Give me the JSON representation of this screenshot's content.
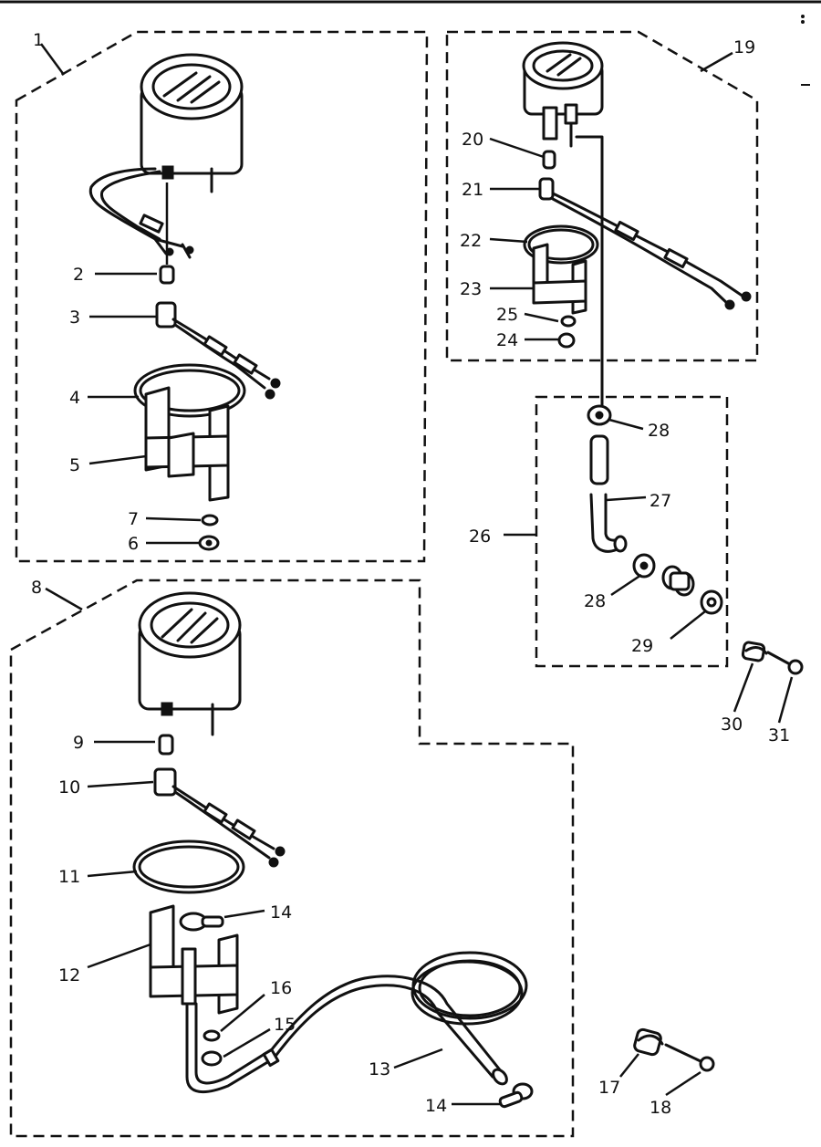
{
  "callouts": {
    "c1": "1",
    "c2": "2",
    "c3": "3",
    "c4": "4",
    "c5": "5",
    "c6": "6",
    "c7": "7",
    "c8": "8",
    "c9": "9",
    "c10": "10",
    "c11": "11",
    "c12": "12",
    "c13": "13",
    "c14a": "14",
    "c14b": "14",
    "c15": "15",
    "c16": "16",
    "c17": "17",
    "c18": "18",
    "c19": "19",
    "c20": "20",
    "c21": "21",
    "c22": "22",
    "c23": "23",
    "c24": "24",
    "c25": "25",
    "c26": "26",
    "c27": "27",
    "c28a": "28",
    "c28b": "28",
    "c29": "29",
    "c30": "30",
    "c31": "31"
  },
  "colors": {
    "ink": "#111111",
    "paper": "#ffffff"
  }
}
